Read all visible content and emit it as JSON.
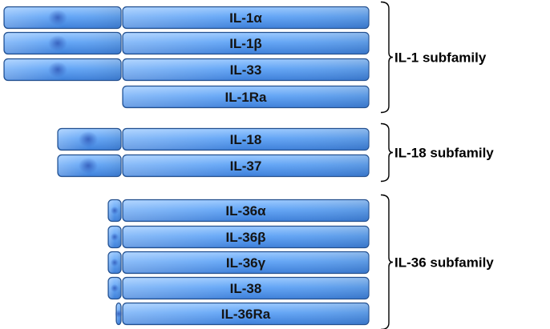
{
  "proteins": [
    {
      "label": "IL-1α",
      "prodomain": "long"
    },
    {
      "label": "IL-1β",
      "prodomain": "long"
    },
    {
      "label": "IL-33",
      "prodomain": "long"
    },
    {
      "label": "IL-1Ra",
      "prodomain": "none"
    },
    {
      "label": "IL-18",
      "prodomain": "medium"
    },
    {
      "label": "IL-37",
      "prodomain": "medium"
    },
    {
      "label": "IL-36α",
      "prodomain": "short"
    },
    {
      "label": "IL-36β",
      "prodomain": "short"
    },
    {
      "label": "IL-36γ",
      "prodomain": "short"
    },
    {
      "label": "IL-38",
      "prodomain": "short"
    },
    {
      "label": "IL-36Ra",
      "prodomain": "minimal"
    }
  ],
  "subfamilies": [
    {
      "label": "IL-1 subfamily",
      "members": [
        0,
        1,
        2,
        3
      ]
    },
    {
      "label": "IL-18 subfamily",
      "members": [
        4,
        5
      ]
    },
    {
      "label": "IL-36 subfamily",
      "members": [
        6,
        7,
        8,
        9,
        10
      ]
    }
  ],
  "colors": {
    "bar_top": "#9ccaff",
    "bar_mid": "#64a6f6",
    "bar_bottom": "#3d7fd9",
    "bar_edge": "#24508e",
    "prodomain_spot": "#2f55b4",
    "bracket": "#000000",
    "text": "#141414"
  }
}
